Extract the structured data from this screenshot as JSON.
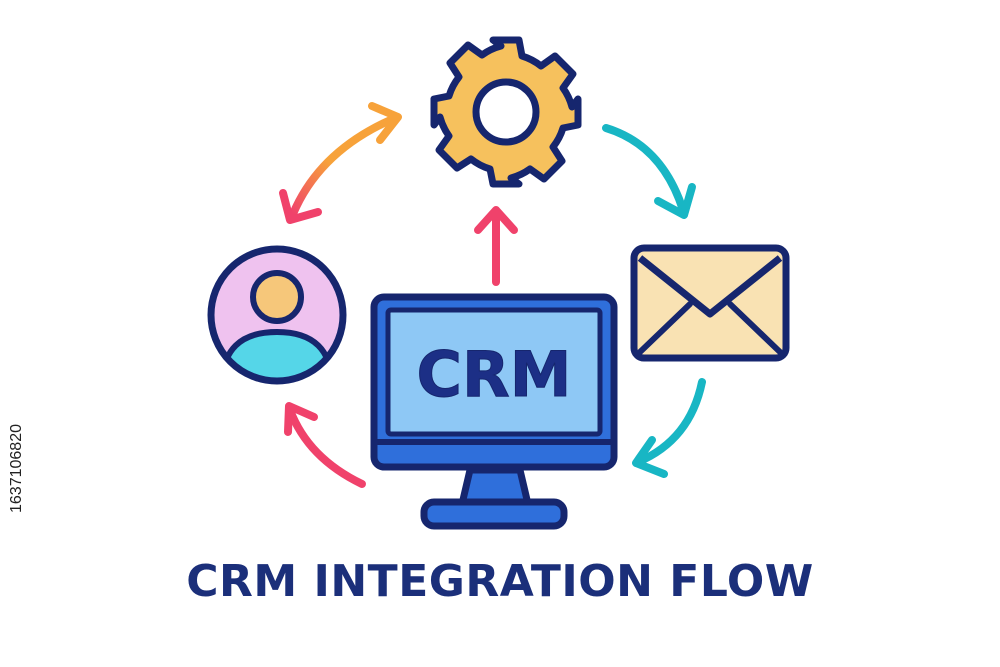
{
  "title": "CRM INTEGRATION FLOW",
  "screen_label": "CRM",
  "side_id": "1637106820",
  "nodes": [
    {
      "id": "crm",
      "icon": "monitor-icon"
    },
    {
      "id": "settings",
      "icon": "gear-icon"
    },
    {
      "id": "email",
      "icon": "envelope-icon"
    },
    {
      "id": "customer",
      "icon": "user-avatar-icon"
    }
  ],
  "edges": [
    {
      "from": "crm",
      "to": "settings",
      "color": "#f0426b"
    },
    {
      "from": "settings",
      "to": "email",
      "color": "#18b6c4"
    },
    {
      "from": "email",
      "to": "crm",
      "color": "#18b6c4"
    },
    {
      "from": "crm",
      "to": "customer",
      "color": "#f0426b"
    },
    {
      "from": "customer",
      "to": "settings",
      "color": "#f7a23a",
      "bidirectional": true
    }
  ],
  "colors": {
    "outline": "#16266e",
    "title": "#1b2f7a",
    "screen": "#8ec8f5",
    "monitor": "#2f6fdb",
    "gear": "#f6c15d",
    "envelope": "#f9e2b3",
    "avatar_bg": "#efc2ef",
    "avatar_face": "#f6c77a",
    "avatar_body": "#55d6e8"
  }
}
